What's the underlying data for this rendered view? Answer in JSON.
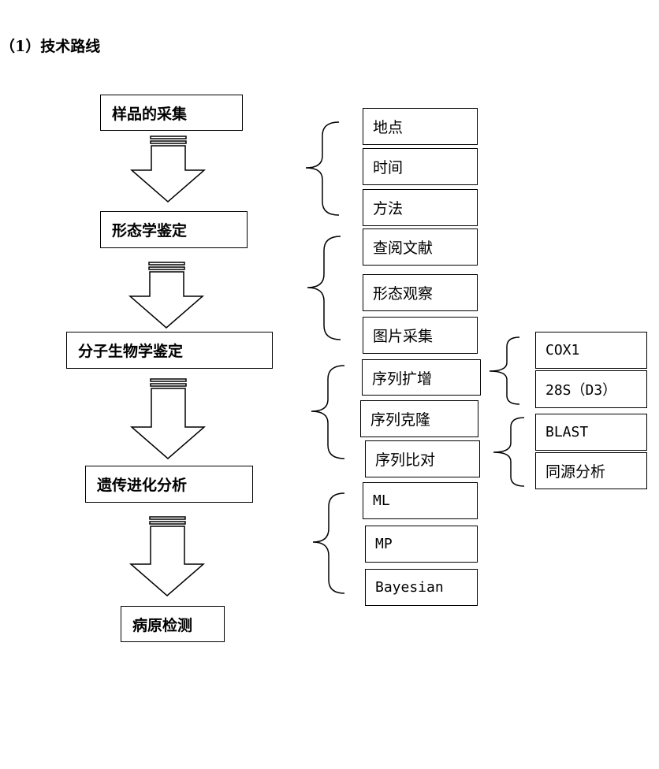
{
  "heading": "（1）技术路线",
  "stages": [
    {
      "label": "样品的采集"
    },
    {
      "label": "形态学鉴定"
    },
    {
      "label": "分子生物学鉴定"
    },
    {
      "label": "遗传进化分析"
    },
    {
      "label": "病原检测"
    }
  ],
  "groups": {
    "sampling": [
      "地点",
      "时间",
      "方法"
    ],
    "morphology": [
      "查阅文献",
      "形态观察",
      "图片采集"
    ],
    "molecular": [
      "序列扩增",
      "序列克隆",
      "序列比对"
    ],
    "amplification_targets": [
      "COX1",
      "28S（D3）"
    ],
    "alignment_methods": [
      "BLAST",
      "同源分析"
    ],
    "phylogeny_methods": [
      "ML",
      "MP",
      "Bayesian"
    ]
  }
}
